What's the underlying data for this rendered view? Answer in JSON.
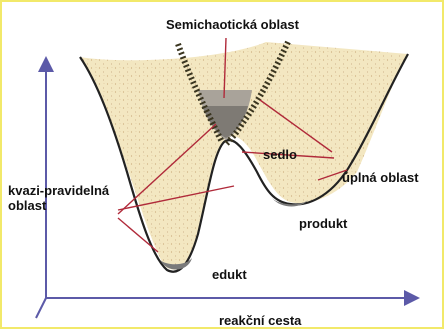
{
  "labels": {
    "semichaotic": "Semichaotická oblast",
    "saddle": "sedlo",
    "full_region": "úplná oblast",
    "quasi_regular": "kvazi-pravidelná\noblast",
    "product": "produkt",
    "educt": "edukt",
    "reaction_path": "reakční cesta"
  },
  "colors": {
    "frame": "#f2e96a",
    "surface_fill": "#f3e7c1",
    "curve": "#222222",
    "pointer_lines": "#b02a3a",
    "axis": "#5c5aa8",
    "well_fill": "#8a8a8a",
    "chaotic_fringe": "#7a6a2e"
  }
}
